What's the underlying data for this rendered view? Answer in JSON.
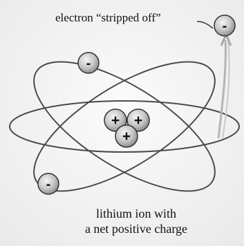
{
  "labels": {
    "stripped_electron": "electron “stripped off”",
    "ion_line1": "lithium ion with",
    "ion_line2": "a net positive charge"
  },
  "signs": {
    "electron": "-",
    "proton": "+"
  },
  "colors": {
    "background": "#f2f2f2",
    "orbit": "#4a4a4a",
    "particle_fill": "#c9c9c9",
    "particle_stroke": "#333333",
    "arrow": "#b5b5b5",
    "text": "#111111"
  }
}
